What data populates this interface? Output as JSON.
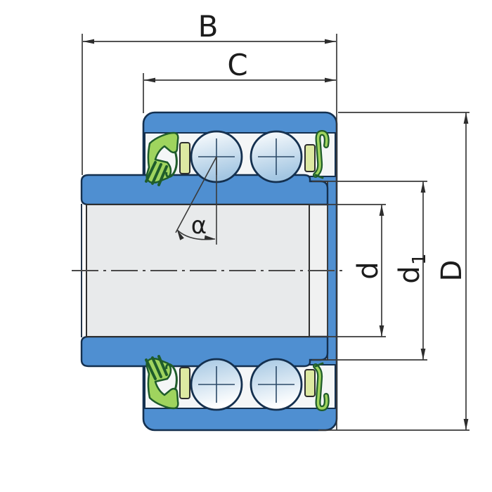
{
  "diagram": {
    "type": "bearing-cross-section",
    "labels": {
      "total_width": "B",
      "outer_ring_width": "C",
      "outer_diameter": "D",
      "bore_diameter": "d",
      "shoulder_diameter_base": "d",
      "shoulder_diameter_sub": "1",
      "contact_angle": "α"
    },
    "colors": {
      "ring_blue": "#4f8fd1",
      "outline_navy": "#14304f",
      "seal_green": "#9fd45e",
      "seal_green_dark": "#1f5c2b",
      "cage_yellow": "#dde9a2",
      "bore_gray": "#e8eaeb",
      "step_gray": "#f0f1f1",
      "race_white": "#f4f6f7",
      "ball_light": "#ffffff",
      "ball_shade": "#a3c6e2",
      "dim_line": "#3a3a3a"
    }
  }
}
